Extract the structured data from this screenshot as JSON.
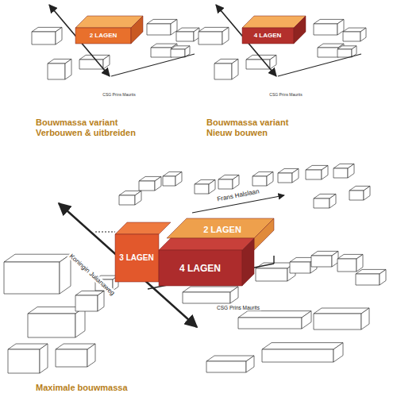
{
  "diagram": {
    "nodes": [
      {
        "text": [
          "2 LAGEN"
        ]
      },
      {
        "text": [
          "4 LAGEN"
        ]
      },
      {
        "text": [
          "3 LAGEN"
        ]
      },
      {
        "text": [
          "2 LAGEN"
        ]
      },
      {
        "text": [
          "4 LAGEN"
        ]
      }
    ],
    "labels": [
      "Bouwmassa variant Verbouwen & uitbreiden",
      "Bouwmassa variant Nieuw bouwen",
      "CSG Prins Maurits",
      "CSG Prins Maurits",
      "Frans Halslaan",
      "Koningin Julianaweg",
      "CSG Prins Maurits",
      "Maximale bouwmassa"
    ]
  }
}
